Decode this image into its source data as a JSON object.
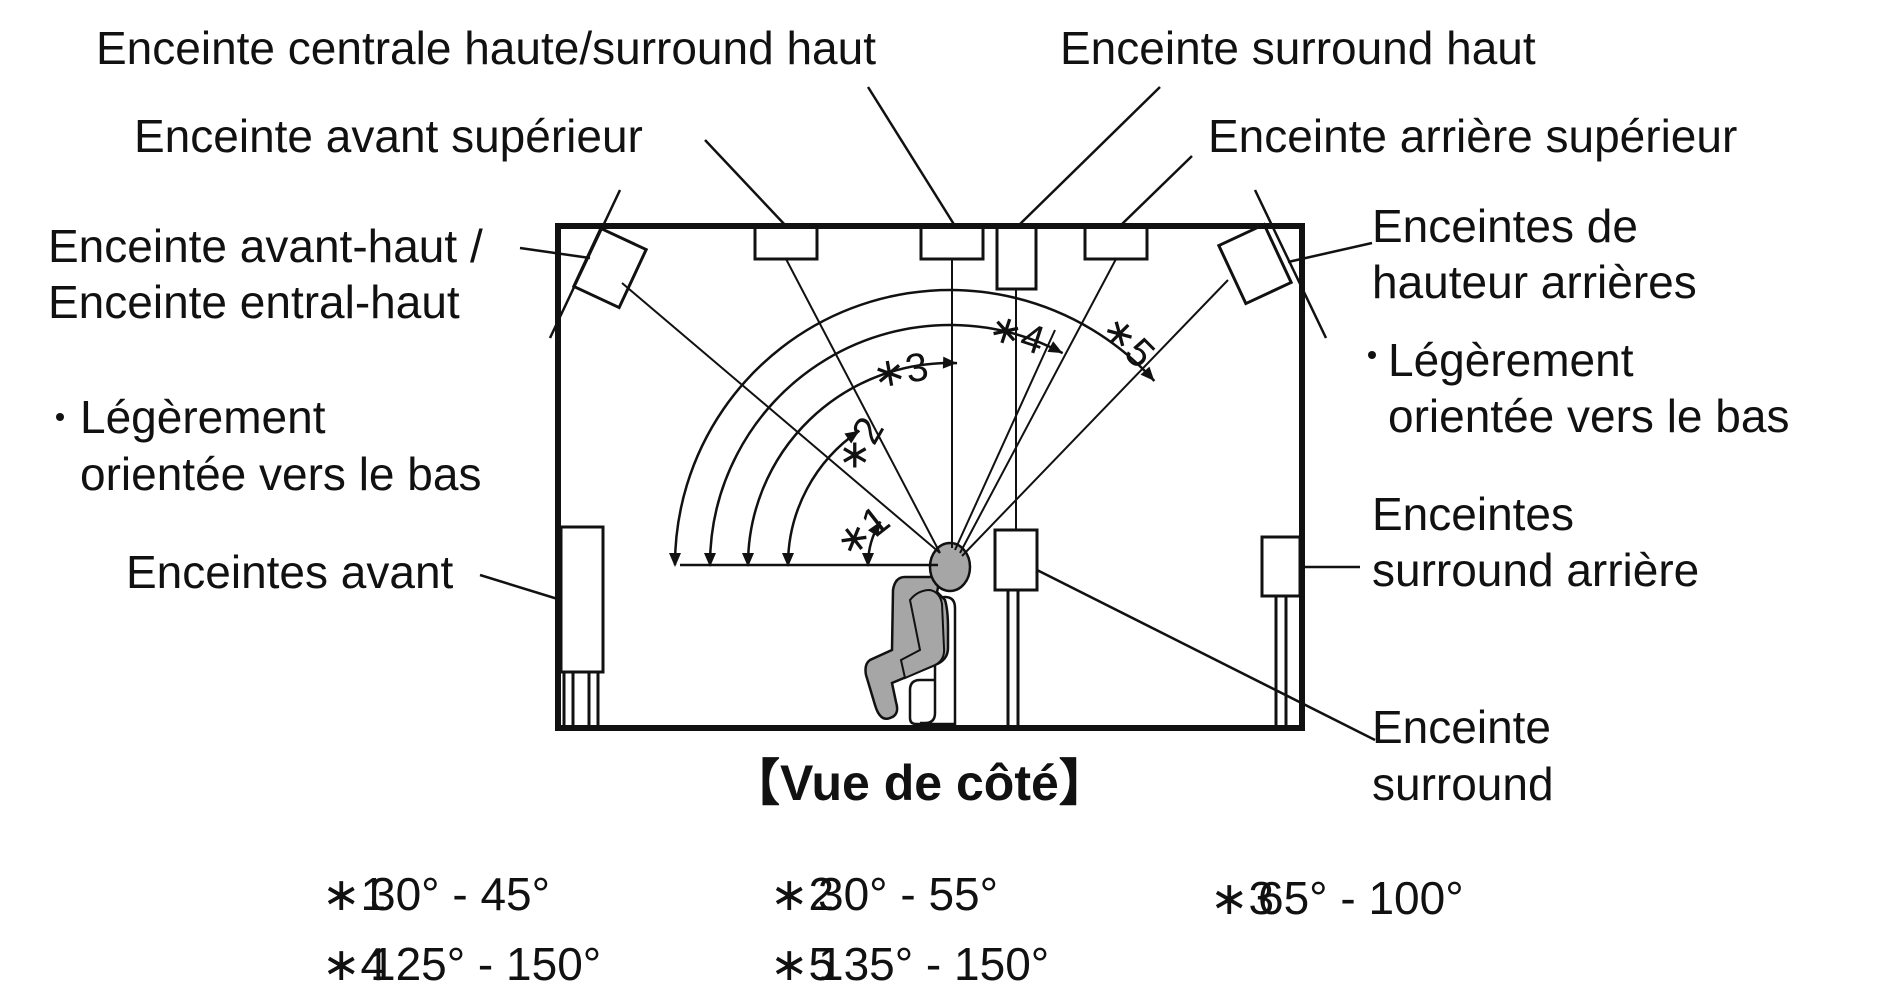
{
  "labels": {
    "center_height_top_surround": "Enceinte centrale haute/surround haut",
    "top_surround": "Enceinte surround haut",
    "top_front": "Enceinte avant supérieur",
    "top_rear": "Enceinte arrière supérieur",
    "front_height_line1": "Enceinte avant-haut /",
    "front_height_line2": "Enceinte entral-haut",
    "rear_height_line1": "Enceintes de",
    "rear_height_line2": "hauteur arrières",
    "front_note_line1": "Légèrement",
    "front_note_line2": "orientée vers le bas",
    "rear_note_line1": "Légèrement",
    "rear_note_line2": "orientée vers le bas",
    "front": "Enceintes avant",
    "surround_back_line1": "Enceintes",
    "surround_back_line2": "surround arrière",
    "surround_line1": "Enceinte",
    "surround_line2": "surround",
    "caption": "【Vue de côté】"
  },
  "angle_marks": [
    "∗1",
    "∗2",
    "∗3",
    "∗4",
    "∗5"
  ],
  "angle_ranges": [
    {
      "mark": "∗1",
      "range": "30° - 45°"
    },
    {
      "mark": "∗2",
      "range": "30° - 55°"
    },
    {
      "mark": "∗3",
      "range": "65° - 100°"
    },
    {
      "mark": "∗4",
      "range": "125° - 150°"
    },
    {
      "mark": "∗5",
      "range": "135° - 150°"
    }
  ],
  "colors": {
    "line": "#111111",
    "listener": "#a6a6a6",
    "background": "#ffffff"
  }
}
